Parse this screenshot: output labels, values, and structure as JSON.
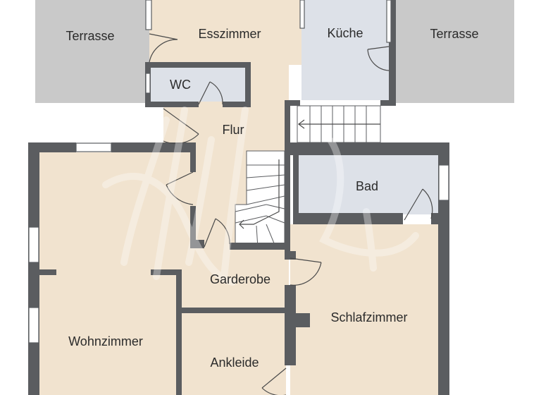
{
  "rooms": {
    "terrasse_left": "Terrasse",
    "esszimmer": "Esszimmer",
    "kueche": "Küche",
    "terrasse_right": "Terrasse",
    "wc": "WC",
    "flur": "Flur",
    "bad": "Bad",
    "garderobe": "Garderobe",
    "schlafzimmer": "Schlafzimmer",
    "wohnzimmer": "Wohnzimmer",
    "ankleide": "Ankleide"
  },
  "colors": {
    "wall": "#5b5d60",
    "terrace": "#c9c9c9",
    "living": "#f1e3cf",
    "wet": "#dde1e8",
    "door": "#4a4a4a"
  },
  "watermark": "Hoffmann logo watermark"
}
